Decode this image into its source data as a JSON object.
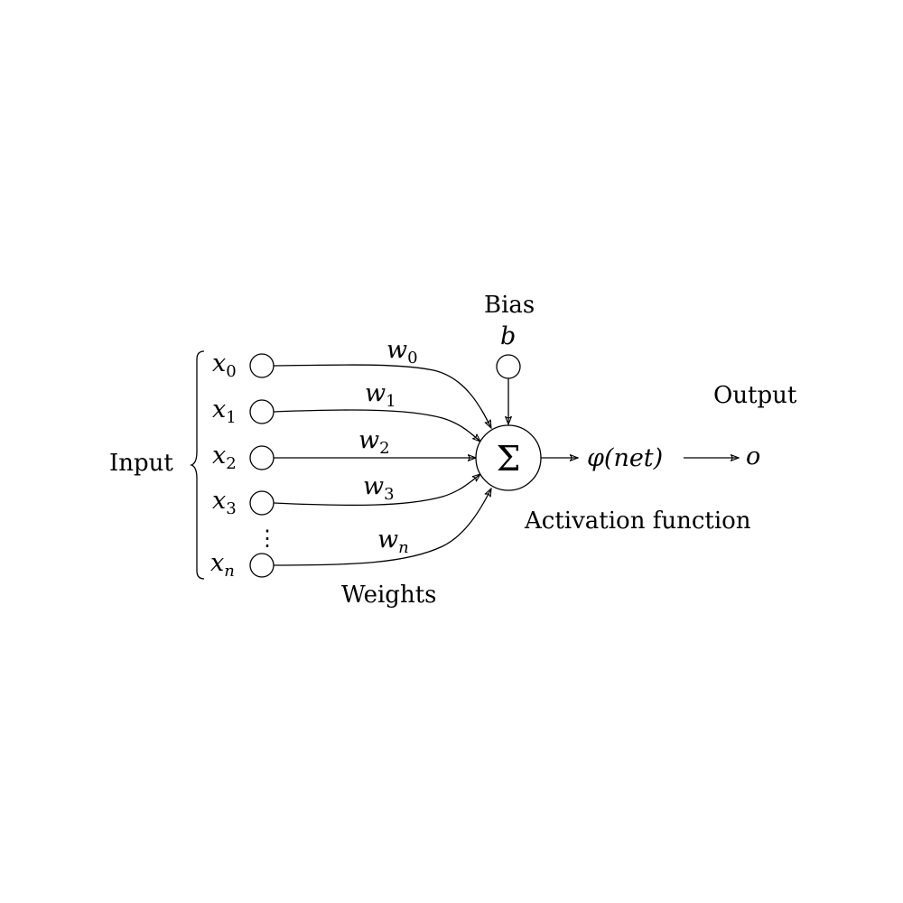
{
  "labels": {
    "input": "Input",
    "weights": "Weights",
    "bias": "Bias",
    "bias_symbol": "b",
    "output": "Output",
    "output_symbol": "o",
    "activation_function": "Activation function",
    "activation_expr": "φ(net)",
    "sum_symbol": "Σ",
    "ellipsis": "⋮"
  },
  "inputs": [
    {
      "var": "x",
      "sub": "0",
      "weight": "w",
      "weight_sub": "0"
    },
    {
      "var": "x",
      "sub": "1",
      "weight": "w",
      "weight_sub": "1"
    },
    {
      "var": "x",
      "sub": "2",
      "weight": "w",
      "weight_sub": "2"
    },
    {
      "var": "x",
      "sub": "3",
      "weight": "w",
      "weight_sub": "3"
    },
    {
      "var": "x",
      "sub": "n",
      "weight": "w",
      "weight_sub": "n"
    }
  ]
}
